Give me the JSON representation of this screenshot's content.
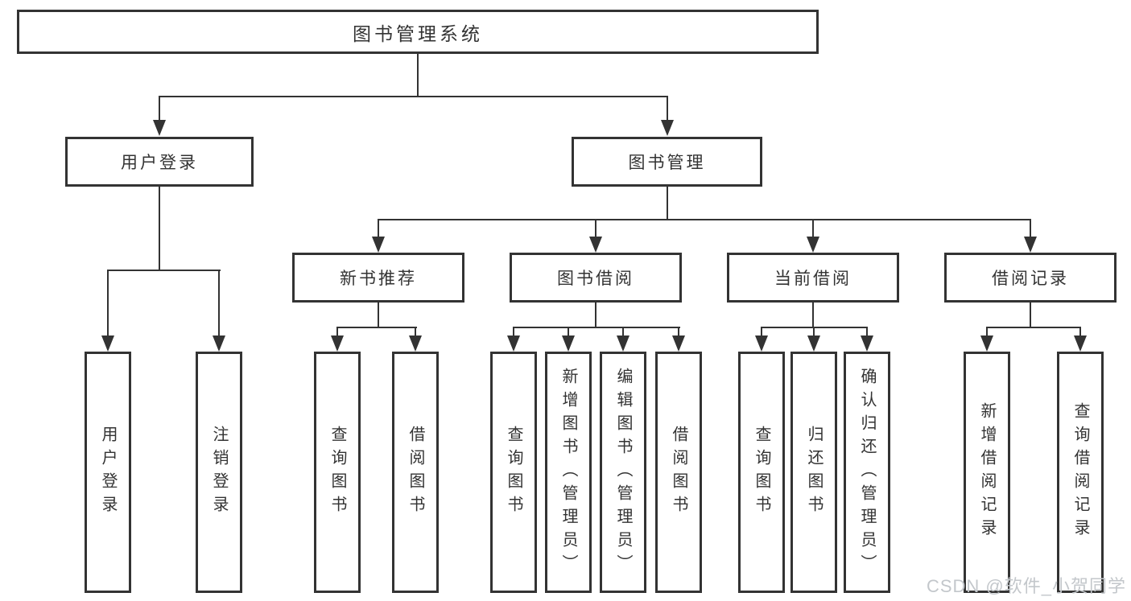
{
  "tree": {
    "label": "图书管理系统",
    "children": [
      {
        "label": "用户登录",
        "children": [
          {
            "label": "用户登录"
          },
          {
            "label": "注销登录"
          }
        ]
      },
      {
        "label": "图书管理",
        "children": [
          {
            "label": "新书推荐",
            "children": [
              {
                "label": "查询图书"
              },
              {
                "label": "借阅图书"
              }
            ]
          },
          {
            "label": "图书借阅",
            "children": [
              {
                "label": "查询图书"
              },
              {
                "label": "新增图书（管理员）"
              },
              {
                "label": "编辑图书（管理员）"
              },
              {
                "label": "借阅图书"
              }
            ]
          },
          {
            "label": "当前借阅",
            "children": [
              {
                "label": "查询图书"
              },
              {
                "label": "归还图书"
              },
              {
                "label": "确认归还（管理员）"
              }
            ]
          },
          {
            "label": "借阅记录",
            "children": [
              {
                "label": "新增借阅记录"
              },
              {
                "label": "查询借阅记录"
              }
            ]
          }
        ]
      }
    ]
  },
  "watermark": "CSDN @软件_小贺同学",
  "colors": {
    "line": "#333333",
    "text": "#333333",
    "box_bg": "#ffffff",
    "watermark": "#c3c7cb"
  }
}
